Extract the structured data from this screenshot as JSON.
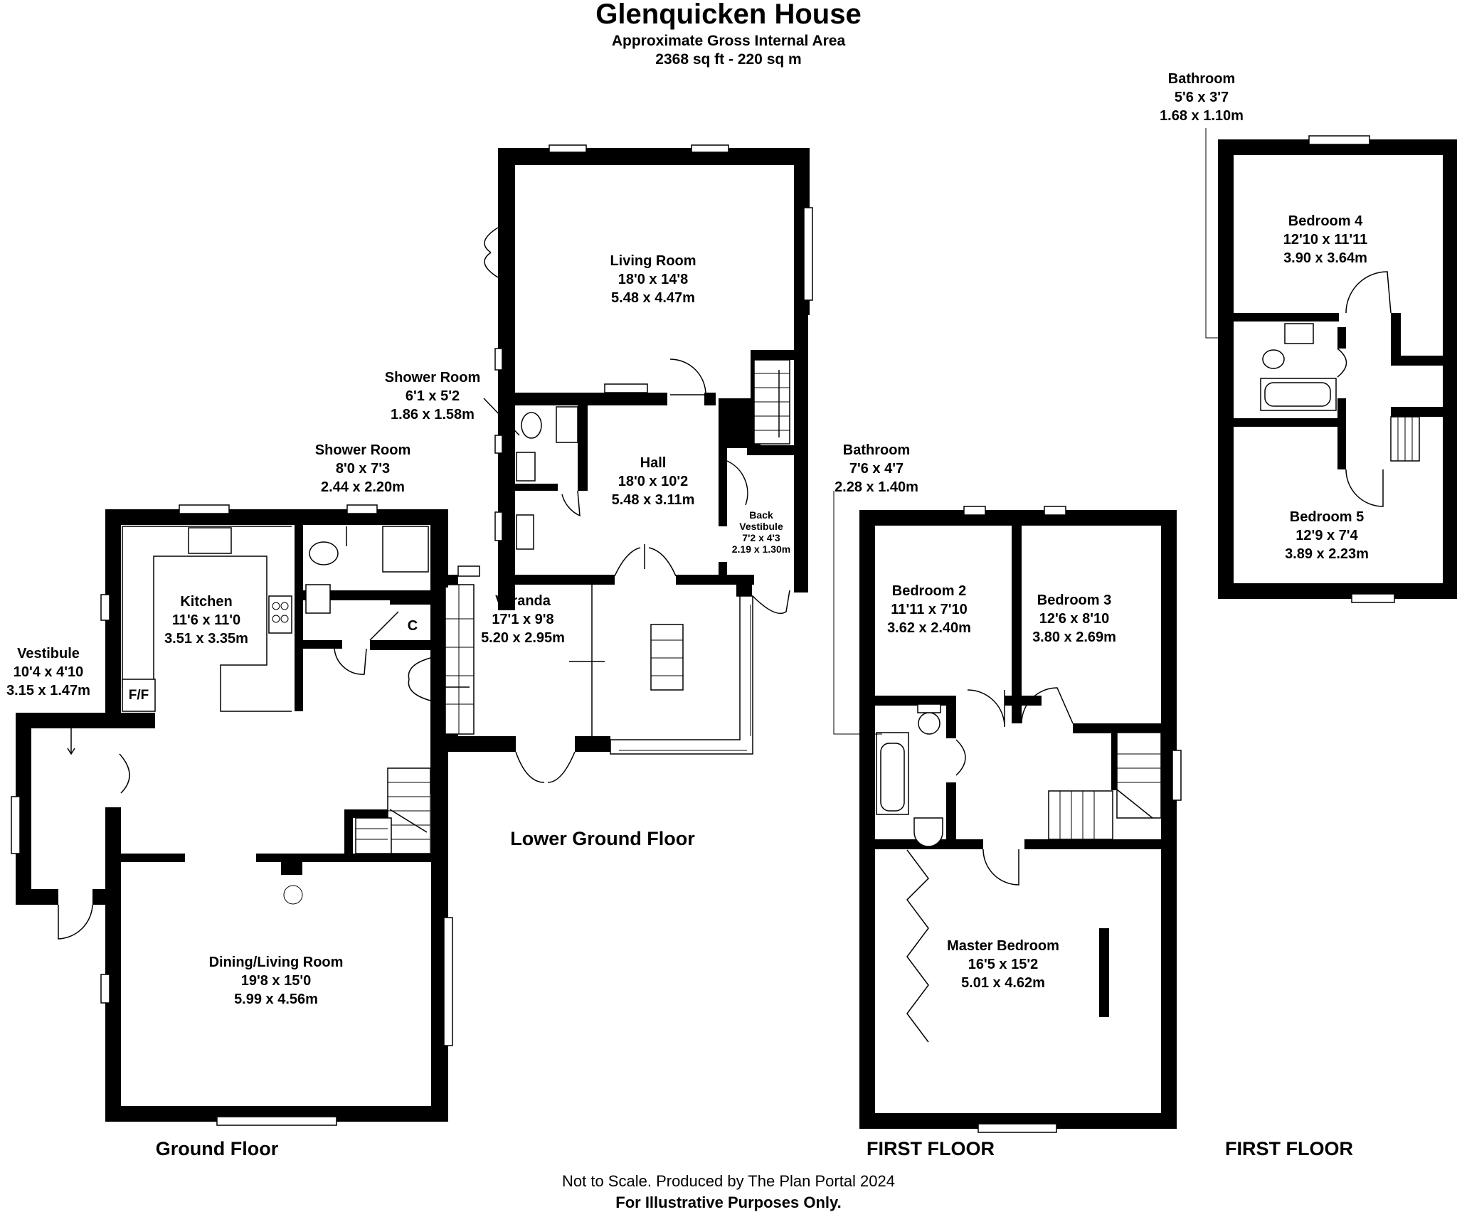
{
  "header": {
    "title": "Glenquicken House",
    "area_label": "Approximate Gross Internal Area",
    "area_value": "2368 sq ft - 220 sq m"
  },
  "rooms": {
    "living_room": [
      "Living Room",
      "18'0 x 14'8",
      "5.48 x 4.47m"
    ],
    "shower_room_lower": [
      "Shower Room",
      "6'1 x 5'2",
      "1.86 x 1.58m"
    ],
    "hall": [
      "Hall",
      "18'0 x 10'2",
      "5.48 x 3.11m"
    ],
    "back_vestibule": [
      "Back",
      "Vestibule",
      "7'2 x 4'3",
      "2.19 x 1.30m"
    ],
    "veranda": [
      "Veranda",
      "17'1 x 9'8",
      "5.20 x 2.95m"
    ],
    "shower_room_ground": [
      "Shower Room",
      "8'0 x 7'3",
      "2.44 x 2.20m"
    ],
    "kitchen": [
      "Kitchen",
      "11'6 x 11'0",
      "3.51 x 3.35m"
    ],
    "vestibule": [
      "Vestibule",
      "10'4 x 4'10",
      "3.15 x 1.47m"
    ],
    "dining_living": [
      "Dining/Living Room",
      "19'8 x 15'0",
      "5.99 x 4.56m"
    ],
    "bathroom_first": [
      "Bathroom",
      "7'6 x 4'7",
      "2.28 x 1.40m"
    ],
    "bedroom_2": [
      "Bedroom 2",
      "11'11 x 7'10",
      "3.62 x 2.40m"
    ],
    "bedroom_3": [
      "Bedroom 3",
      "12'6 x 8'10",
      "3.80 x 2.69m"
    ],
    "master_bedroom": [
      "Master Bedroom",
      "16'5 x 15'2",
      "5.01 x 4.62m"
    ],
    "bathroom_upper": [
      "Bathroom",
      "5'6 x 3'7",
      "1.68 x 1.10m"
    ],
    "bedroom_4": [
      "Bedroom  4",
      "12'10 x 11'11",
      "3.90 x 3.64m"
    ],
    "bedroom_5": [
      "Bedroom 5",
      "12'9 x 7'4",
      "3.89 x 2.23m"
    ]
  },
  "markers": {
    "ff": "F/F",
    "cupboard": "C"
  },
  "floors": {
    "lower_ground": "Lower Ground Floor",
    "ground": "Ground Floor",
    "first_a": "FIRST FLOOR",
    "first_b": "FIRST FLOOR"
  },
  "footer": {
    "note": "Not to Scale. Produced by The Plan Portal 2024",
    "disclaimer": "For Illustrative Purposes Only."
  }
}
